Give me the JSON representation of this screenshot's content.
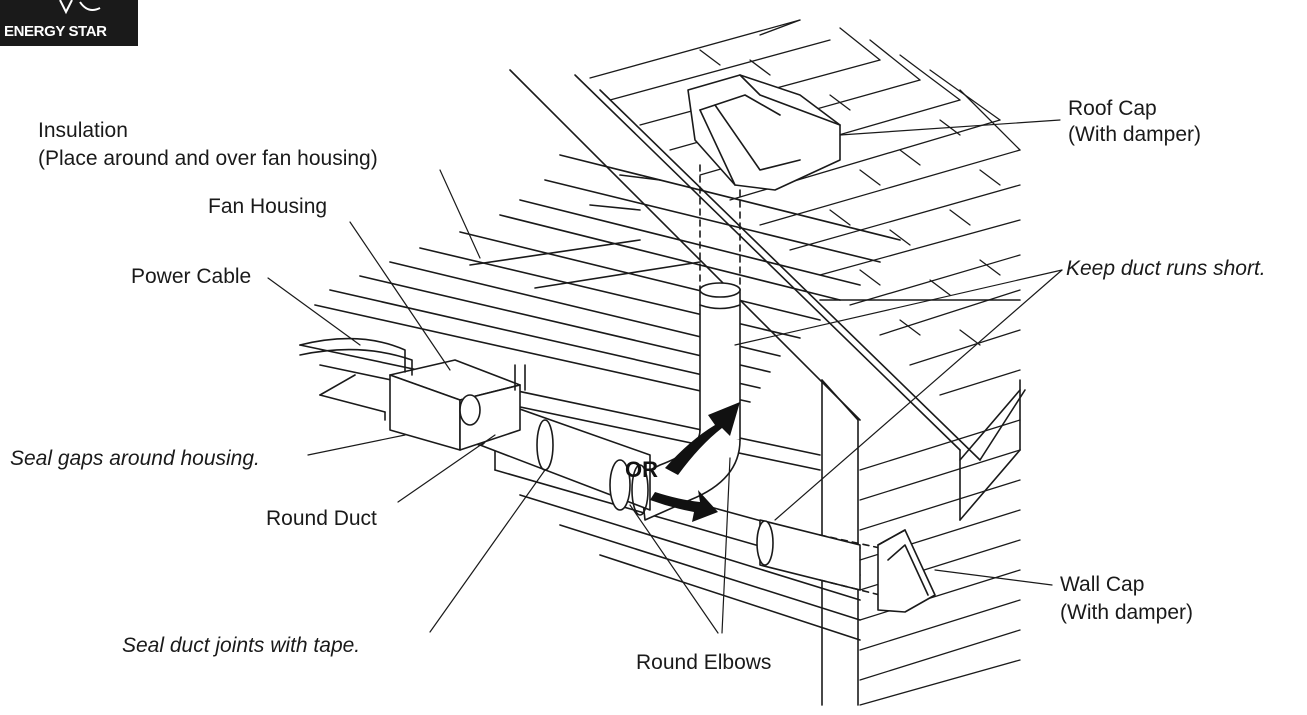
{
  "logo": {
    "text": "ENERGY STAR"
  },
  "labels": {
    "insulation": "Insulation",
    "insulation_note": "(Place around and over fan housing)",
    "fan_housing": "Fan Housing",
    "power_cable": "Power Cable",
    "seal_housing": "Seal gaps around housing.",
    "round_duct": "Round Duct",
    "seal_joints": "Seal duct joints with tape.",
    "round_elbows": "Round Elbows",
    "or": "OR",
    "roof_cap": "Roof Cap",
    "roof_cap_note": "(With damper)",
    "keep_short": "Keep duct runs short.",
    "wall_cap": "Wall Cap",
    "wall_cap_note": "(With damper)"
  }
}
